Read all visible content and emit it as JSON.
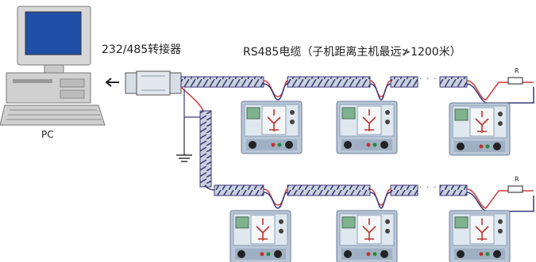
{
  "labels": {
    "converter": "232/485转接器",
    "cable": "RS485电缆（子机距离主机最远≯1200米）",
    "pc": "PC",
    "ellipsis": "· · ·",
    "resistor": "R"
  },
  "colors": {
    "cable_body": "#c9d2dc",
    "cable_stripe": "#3a3a7a",
    "cable_red": "#d23b3b",
    "device_body": "#b9c6d6",
    "device_screen": "#e8eef3",
    "device_edge": "#6a7f9a",
    "pc_screen": "#1f4fa6",
    "pc_body": "#d7d7d7"
  },
  "devices_top": [
    "device-1",
    "device-2",
    "device-3"
  ],
  "devices_bottom": [
    "device-4",
    "device-5",
    "device-6"
  ]
}
